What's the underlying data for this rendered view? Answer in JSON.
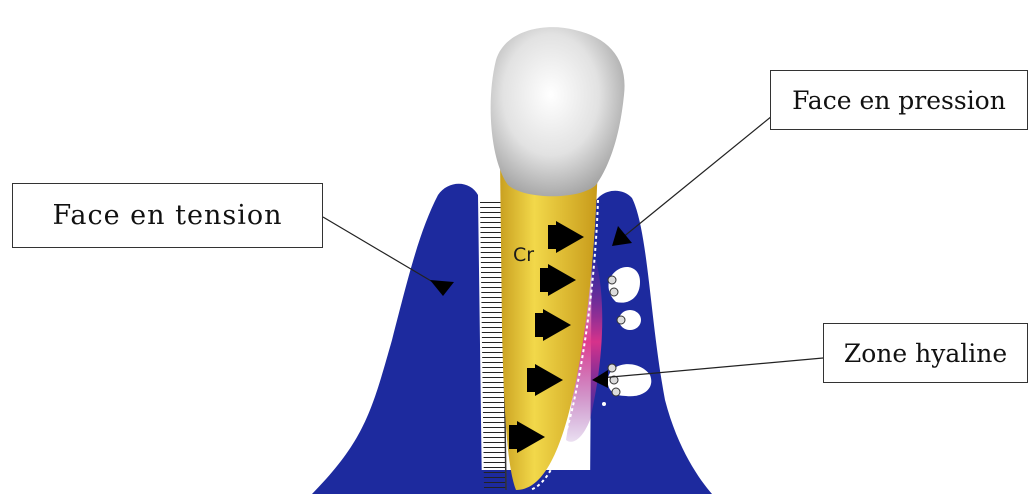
{
  "labels": {
    "tension": "Face en tension",
    "pression": "Face en pression",
    "hyaline": "Zone hyaline",
    "cr": "Cr"
  },
  "colors": {
    "bone": "#1d2a9e",
    "root": "#e3bf2a",
    "crown": "#d9d9d9",
    "hyaline_zone": "#d0307a",
    "arrow": "#000000"
  }
}
